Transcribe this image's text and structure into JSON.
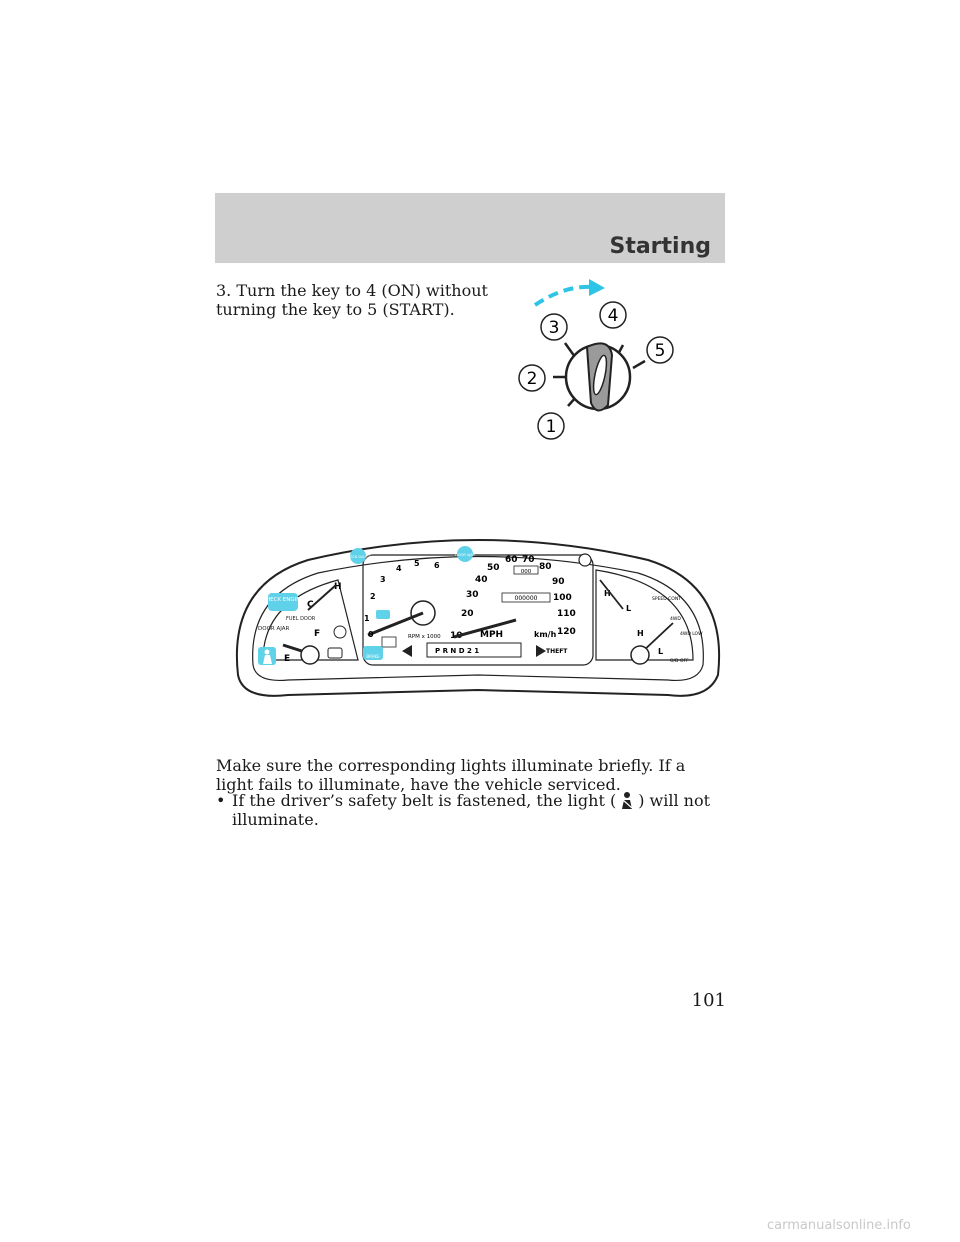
{
  "header": {
    "section_title": "Starting"
  },
  "step": {
    "line1": "3. Turn the key to 4 (ON) without",
    "line2": "turning the key to 5 (START)."
  },
  "key_positions": [
    "1",
    "2",
    "3",
    "4",
    "5"
  ],
  "cluster": {
    "check_engine": "CHECK ENGINE",
    "fuel_door": "FUEL DOOR",
    "door_ajar": "DOOR AJAR",
    "temp_h": "H",
    "temp_c": "C",
    "fuel_f": "F",
    "fuel_e": "E",
    "rpm_label": "RPM x 1000",
    "tach_numbers": [
      "0",
      "1",
      "2",
      "3",
      "4",
      "5",
      "6"
    ],
    "speed_numbers": [
      "10",
      "20",
      "30",
      "40",
      "50",
      "60",
      "70",
      "80",
      "90",
      "100",
      "110",
      "120"
    ],
    "mph": "MPH",
    "kmh": "km/h",
    "odometer": "000000",
    "trip": "000",
    "gear_selector": "P  R  N  D  2  1",
    "theft": "THEFT",
    "brake": "BRAKE",
    "check_gauge": "CHECK GAUGE",
    "door_ajar_top": "DOOR AJAR",
    "oil_h": "H",
    "oil_l": "L",
    "volt_h": "H",
    "volt_l": "L",
    "speed_cont": "SPEED CONT",
    "four_wd": "4WD",
    "four_wd_low": "4WD LOW",
    "od_off": "O/D OFF"
  },
  "body": {
    "paragraph": "Make sure the corresponding lights illuminate briefly. If a light fails to illuminate, have the vehicle serviced.",
    "bullet_before": "If the driver’s safety belt is fastened, the light (",
    "bullet_after": ") will not illuminate."
  },
  "page_number": "101",
  "watermark": "carmanualsonline.info"
}
